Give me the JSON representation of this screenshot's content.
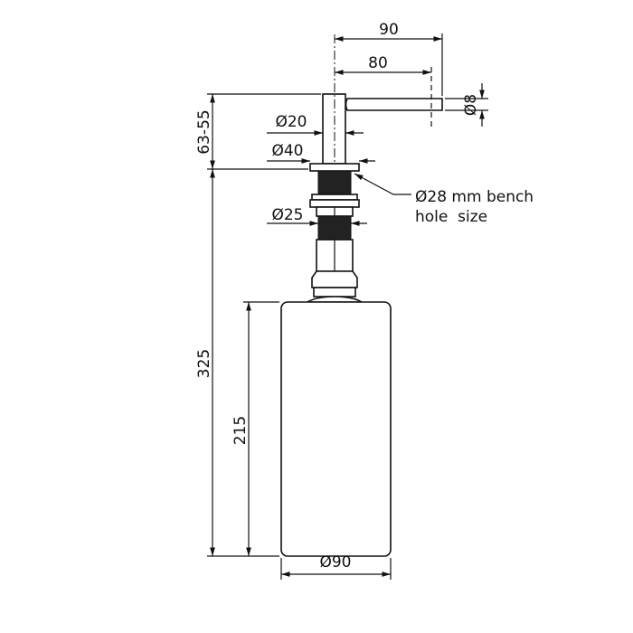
{
  "dimensions": {
    "spout_reach_outer": "90",
    "spout_reach_centre": "80",
    "spout_diameter": "Ø8",
    "stem_diameter": "Ø20",
    "flange_diameter": "Ø40",
    "thread_diameter": "Ø25",
    "above_bench_height": "63-55",
    "below_bench_height": "325",
    "bottle_height": "215",
    "bottle_diameter": "Ø90"
  },
  "callout": {
    "line1": "Ø28 mm bench",
    "line2": "hole  size"
  },
  "colors": {
    "line": "#111111",
    "background": "#ffffff"
  }
}
